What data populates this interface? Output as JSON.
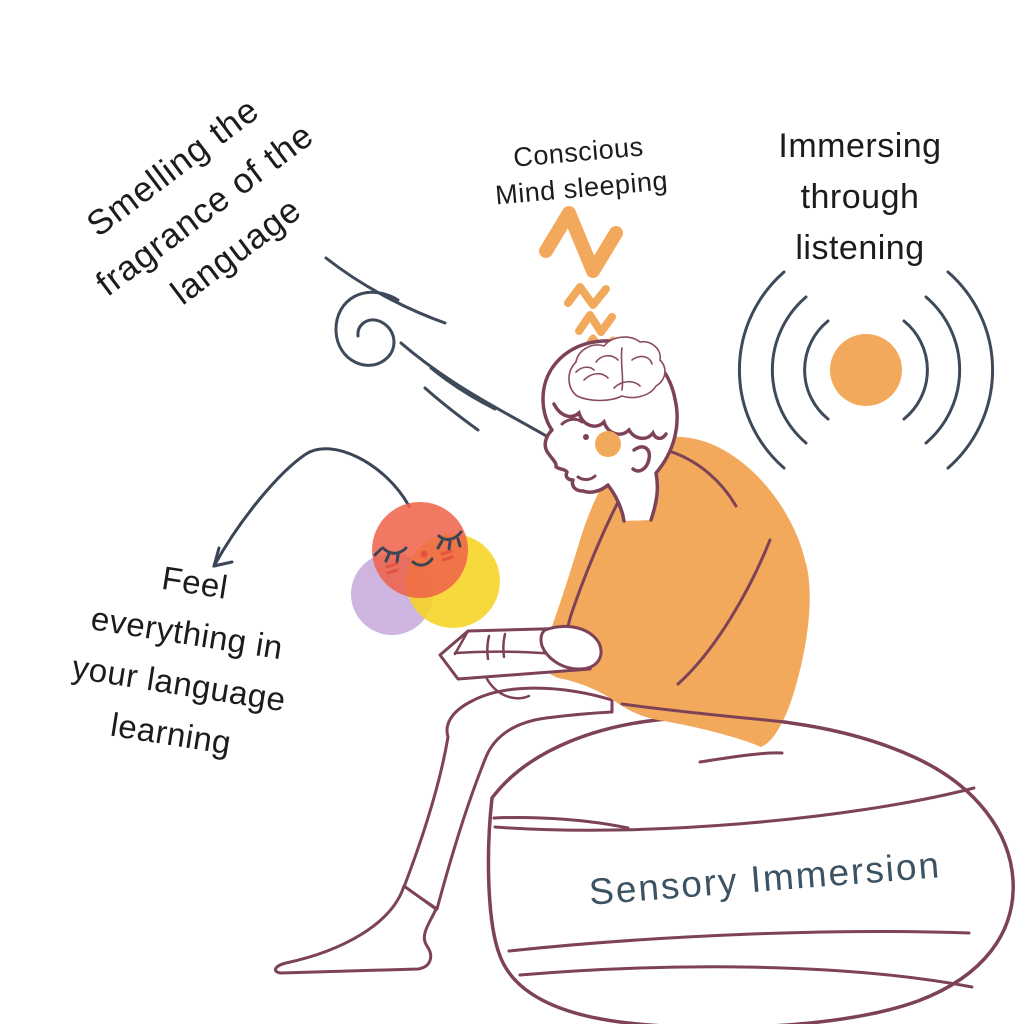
{
  "title": "Sensory Immersion",
  "labels": {
    "smell": "Smelling the\nfragrance of the\nlanguage",
    "conscious": "Conscious\nMind sleeping",
    "immersing": "Immersing\nthrough\nlistening",
    "feel": "Feel\neverything in\nyour language\nlearning",
    "sensory": "Sensory Immersion"
  },
  "icons": {
    "smell": "wind-swirl-icon",
    "sleep": "zzz-icon",
    "listen": "sound-waves-icon",
    "feel": "color-blobs-sleeping-face-icon",
    "pointer": "curved-arrow-icon",
    "mind": "brain-icon",
    "scene": "person-reading-on-bean-bag"
  },
  "colors": {
    "accent_orange": "#f2a95c",
    "outline_maroon": "#7d4258",
    "line_slate": "#3e4a59",
    "text_black": "#1c1c1e",
    "label_slate": "#3c5363",
    "blob_red": "#ef6149",
    "blob_yellow": "#f6d423",
    "blob_purple": "#c9addd"
  }
}
